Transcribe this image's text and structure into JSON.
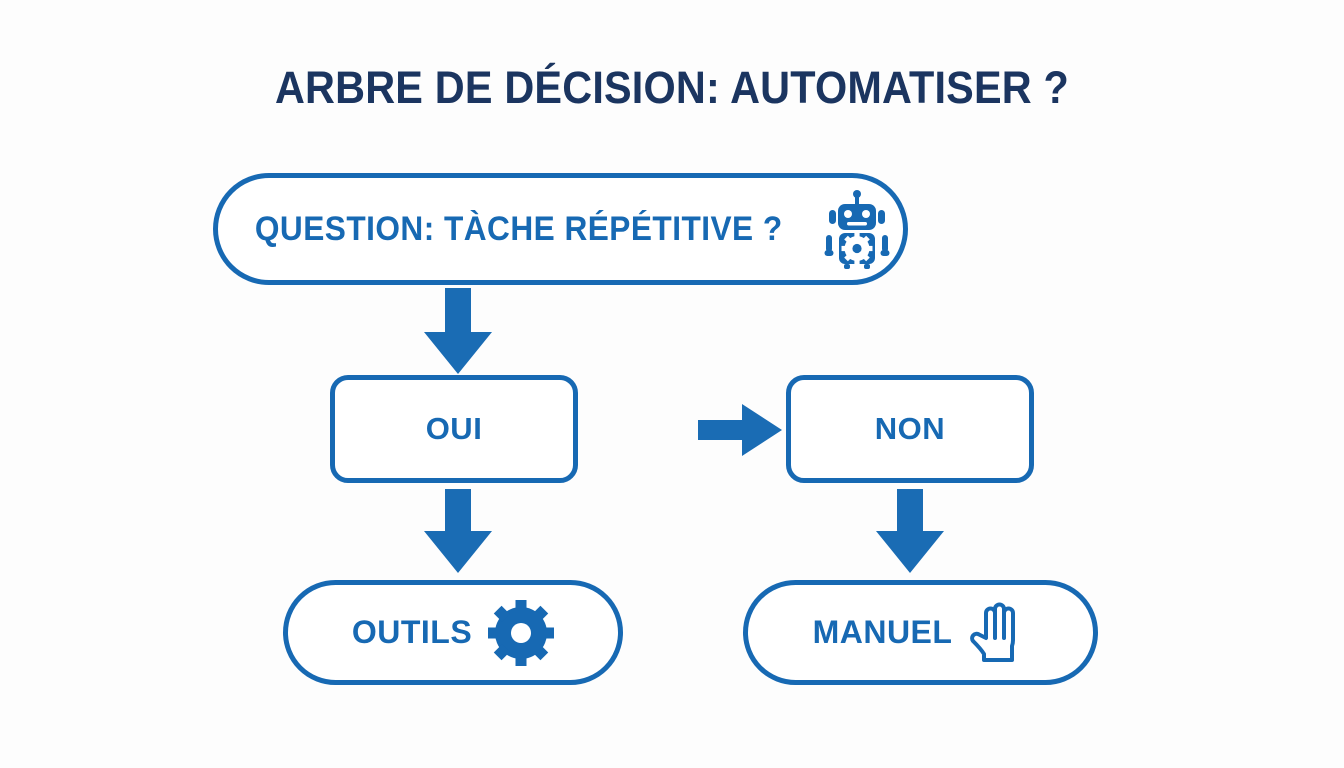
{
  "diagram": {
    "title": "ARBRE DE DÉCISION: AUTOMATISER ?",
    "background_color": "#fdfdfd",
    "accent_color": "#1769b3",
    "title_color": "#1b3560",
    "arrow_color": "#1a6cb4"
  },
  "nodes": {
    "question": {
      "label": "QUESTION: TÀCHE RÉPÉTITIVE ?",
      "shape": "pill",
      "icon": "robot-icon"
    },
    "yes": {
      "label": "OUI",
      "shape": "rounded-rect"
    },
    "no": {
      "label": "NON",
      "shape": "rounded-rect"
    },
    "tools": {
      "label": "OUTILS",
      "shape": "pill",
      "icon": "gear-icon"
    },
    "manual": {
      "label": "MANUEL",
      "shape": "pill",
      "icon": "hand-icon"
    }
  },
  "edges": [
    {
      "name": "question-to-oui",
      "from": "question",
      "to": "yes",
      "direction": "down"
    },
    {
      "name": "oui-to-non",
      "from": "yes",
      "to": "no",
      "direction": "right"
    },
    {
      "name": "oui-to-outils",
      "from": "yes",
      "to": "tools",
      "direction": "down"
    },
    {
      "name": "non-to-manuel",
      "from": "no",
      "to": "manual",
      "direction": "down"
    }
  ]
}
